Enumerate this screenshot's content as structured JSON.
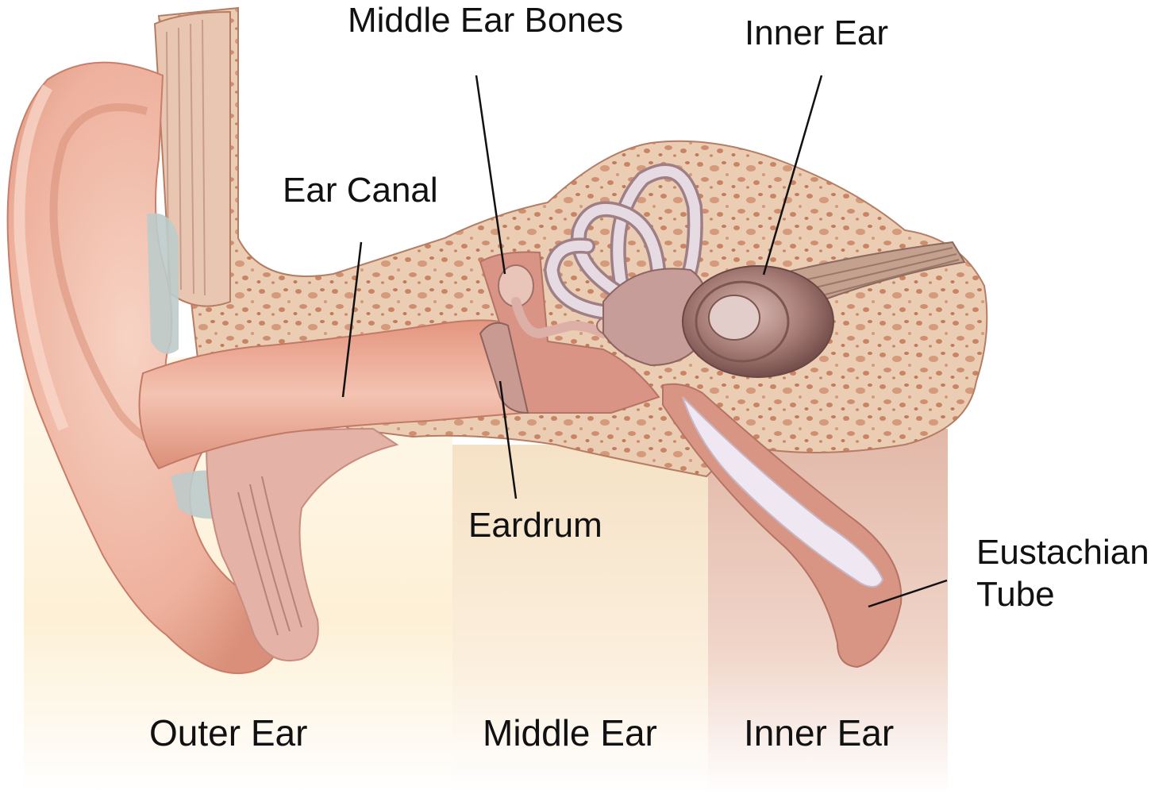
{
  "labels": {
    "middle_ear_bones": "Middle Ear Bones",
    "inner_ear_top": "Inner Ear",
    "ear_canal": "Ear Canal",
    "eardrum": "Eardrum",
    "eustachian_line1": "Eustachian",
    "eustachian_line2": "Tube"
  },
  "regions": {
    "outer": "Outer Ear",
    "middle": "Middle Ear",
    "inner": "Inner Ear"
  },
  "colors": {
    "outer_band": "#fdf3dc",
    "middle_band": "#f8e8cf",
    "inner_band": "#e8c5b8",
    "skin": "#eaa792",
    "skin_light": "#f5c9b8",
    "bone": "#e8c9ae",
    "bone_spot": "#c98565",
    "cartilage": "#b9c9c8",
    "inner_ear_organ": "#a97d78",
    "tube_inner": "#efe8f2",
    "leader_line": "#111111"
  }
}
